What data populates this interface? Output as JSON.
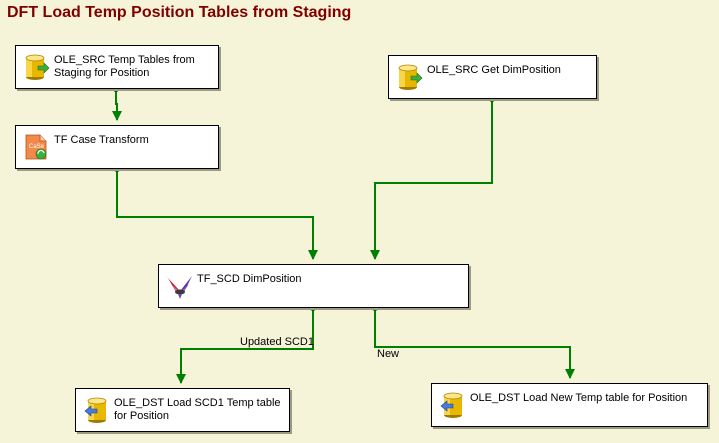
{
  "title": "DFT Load Temp Position Tables from Staging",
  "colors": {
    "background": "#f6f4d8",
    "title": "#800000",
    "path": "#008000"
  },
  "nodes": {
    "src_temp": {
      "label": "OLE_SRC Temp Tables from Staging for Position",
      "icon": "ole-db-source-icon"
    },
    "src_dim": {
      "label": "OLE_SRC Get DimPosition",
      "icon": "ole-db-source-icon"
    },
    "case": {
      "label": "TF Case Transform",
      "icon": "character-map-icon"
    },
    "scd": {
      "label": "TF_SCD DimPosition",
      "icon": "slowly-changing-dimension-icon"
    },
    "dst_scd1": {
      "label": "OLE_DST Load SCD1 Temp table for Position",
      "icon": "ole-db-destination-icon"
    },
    "dst_new": {
      "label": "OLE_DST Load New Temp table for Position",
      "icon": "ole-db-destination-icon"
    }
  },
  "paths": {
    "updated": "Updated SCD1",
    "new": "New"
  }
}
